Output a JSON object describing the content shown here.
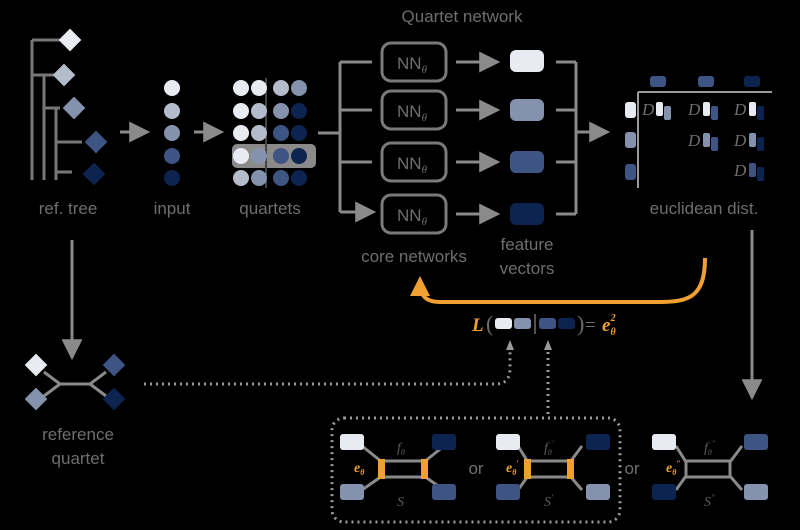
{
  "labels": {
    "quartet_network": "Quartet network",
    "ref_tree": "ref. tree",
    "input": "input",
    "quartets": "quartets",
    "core_networks": "core networks",
    "feature_vectors_1": "feature",
    "feature_vectors_2": "vectors",
    "euclidean_dist": "euclidean dist.",
    "reference_quartet_1": "reference",
    "reference_quartet_2": "quartet",
    "or_1": "or",
    "or_2": "or"
  },
  "nn": {
    "base": "NN",
    "sub": "θ"
  },
  "matrix": {
    "symbol": "D"
  },
  "loss": {
    "L": "L",
    "equals": "=",
    "e": "e",
    "e_sub": "θ",
    "e_sup": "2"
  },
  "topologies": [
    {
      "f": "f",
      "f_sub": "θ",
      "e": "e",
      "e_sub": "θ",
      "s": "S"
    },
    {
      "f": "f",
      "f_sub": "θ",
      "f_prime": "′",
      "e": "e",
      "e_sub": "θ",
      "e_prime": "′",
      "s": "S",
      "s_prime": "′"
    },
    {
      "f": "f",
      "f_sub": "θ",
      "f_prime": "″",
      "e": "e",
      "e_sub": "θ",
      "e_prime": "″",
      "s": "S",
      "s_prime": "″"
    }
  ],
  "colors": {
    "background": "#000000",
    "label": "#6e6e6e",
    "arrow": "#8a8a8a",
    "loss_accent": "#f0a030",
    "shade_1": "#e8ecf2",
    "shade_2": "#b4bccb",
    "shade_3": "#8592ae",
    "shade_4": "#3e5584",
    "shade_5": "#0e2450"
  }
}
